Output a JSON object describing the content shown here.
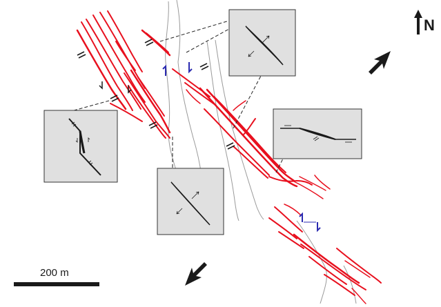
{
  "map": {
    "north_label": "N",
    "scale_label": "200 m",
    "colors": {
      "fault": "#e8101e",
      "river": "#9a9a9a",
      "inset_fill": "#e0e0e0",
      "arrow": "#1a1a1a",
      "sinistral": "#2a2ab0"
    },
    "icons": {
      "north_arrow": "north-arrow-icon",
      "stress_arrows": "compression-arrow-icon",
      "shear_arrows": "shear-sense-icon"
    },
    "insets": [
      {
        "name": "inset-top-center"
      },
      {
        "name": "inset-right"
      },
      {
        "name": "inset-left"
      },
      {
        "name": "inset-bottom-center"
      }
    ]
  }
}
